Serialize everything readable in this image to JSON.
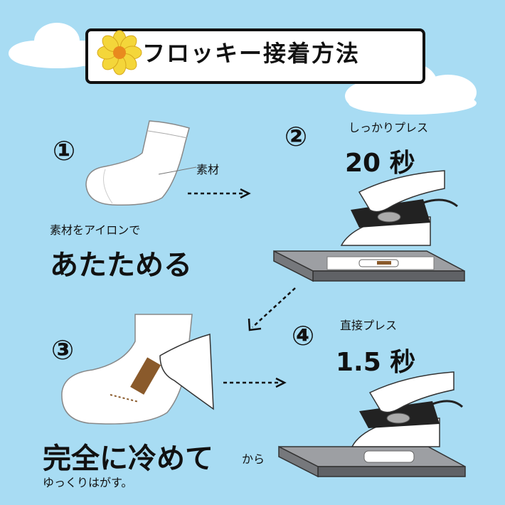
{
  "title": "フロッキー接着方法",
  "steps": {
    "s1": {
      "num": "①",
      "material_label": "素材",
      "heat_line1": "素材をアイロンで",
      "heat_line2": "あたためる"
    },
    "s2": {
      "num": "②",
      "press_label": "しっかりプレス",
      "time": "20 秒"
    },
    "s3": {
      "num": "③",
      "cool_main": "完全に冷めて",
      "cool_suffix": "から",
      "peel": "ゆっくりはがす。"
    },
    "s4": {
      "num": "④",
      "press_label": "直接プレス",
      "time": "1.5 秒"
    }
  },
  "colors": {
    "background": "#a8dcf3",
    "flower_petal": "#f4d63a",
    "flower_center": "#e98a1e",
    "board_top": "#9d9fa3",
    "board_side": "#606266"
  },
  "icons": [
    "flower-icon",
    "cloud-icon",
    "sock-icon",
    "hand-icon",
    "iron-icon",
    "board-icon",
    "arrow-icon"
  ]
}
